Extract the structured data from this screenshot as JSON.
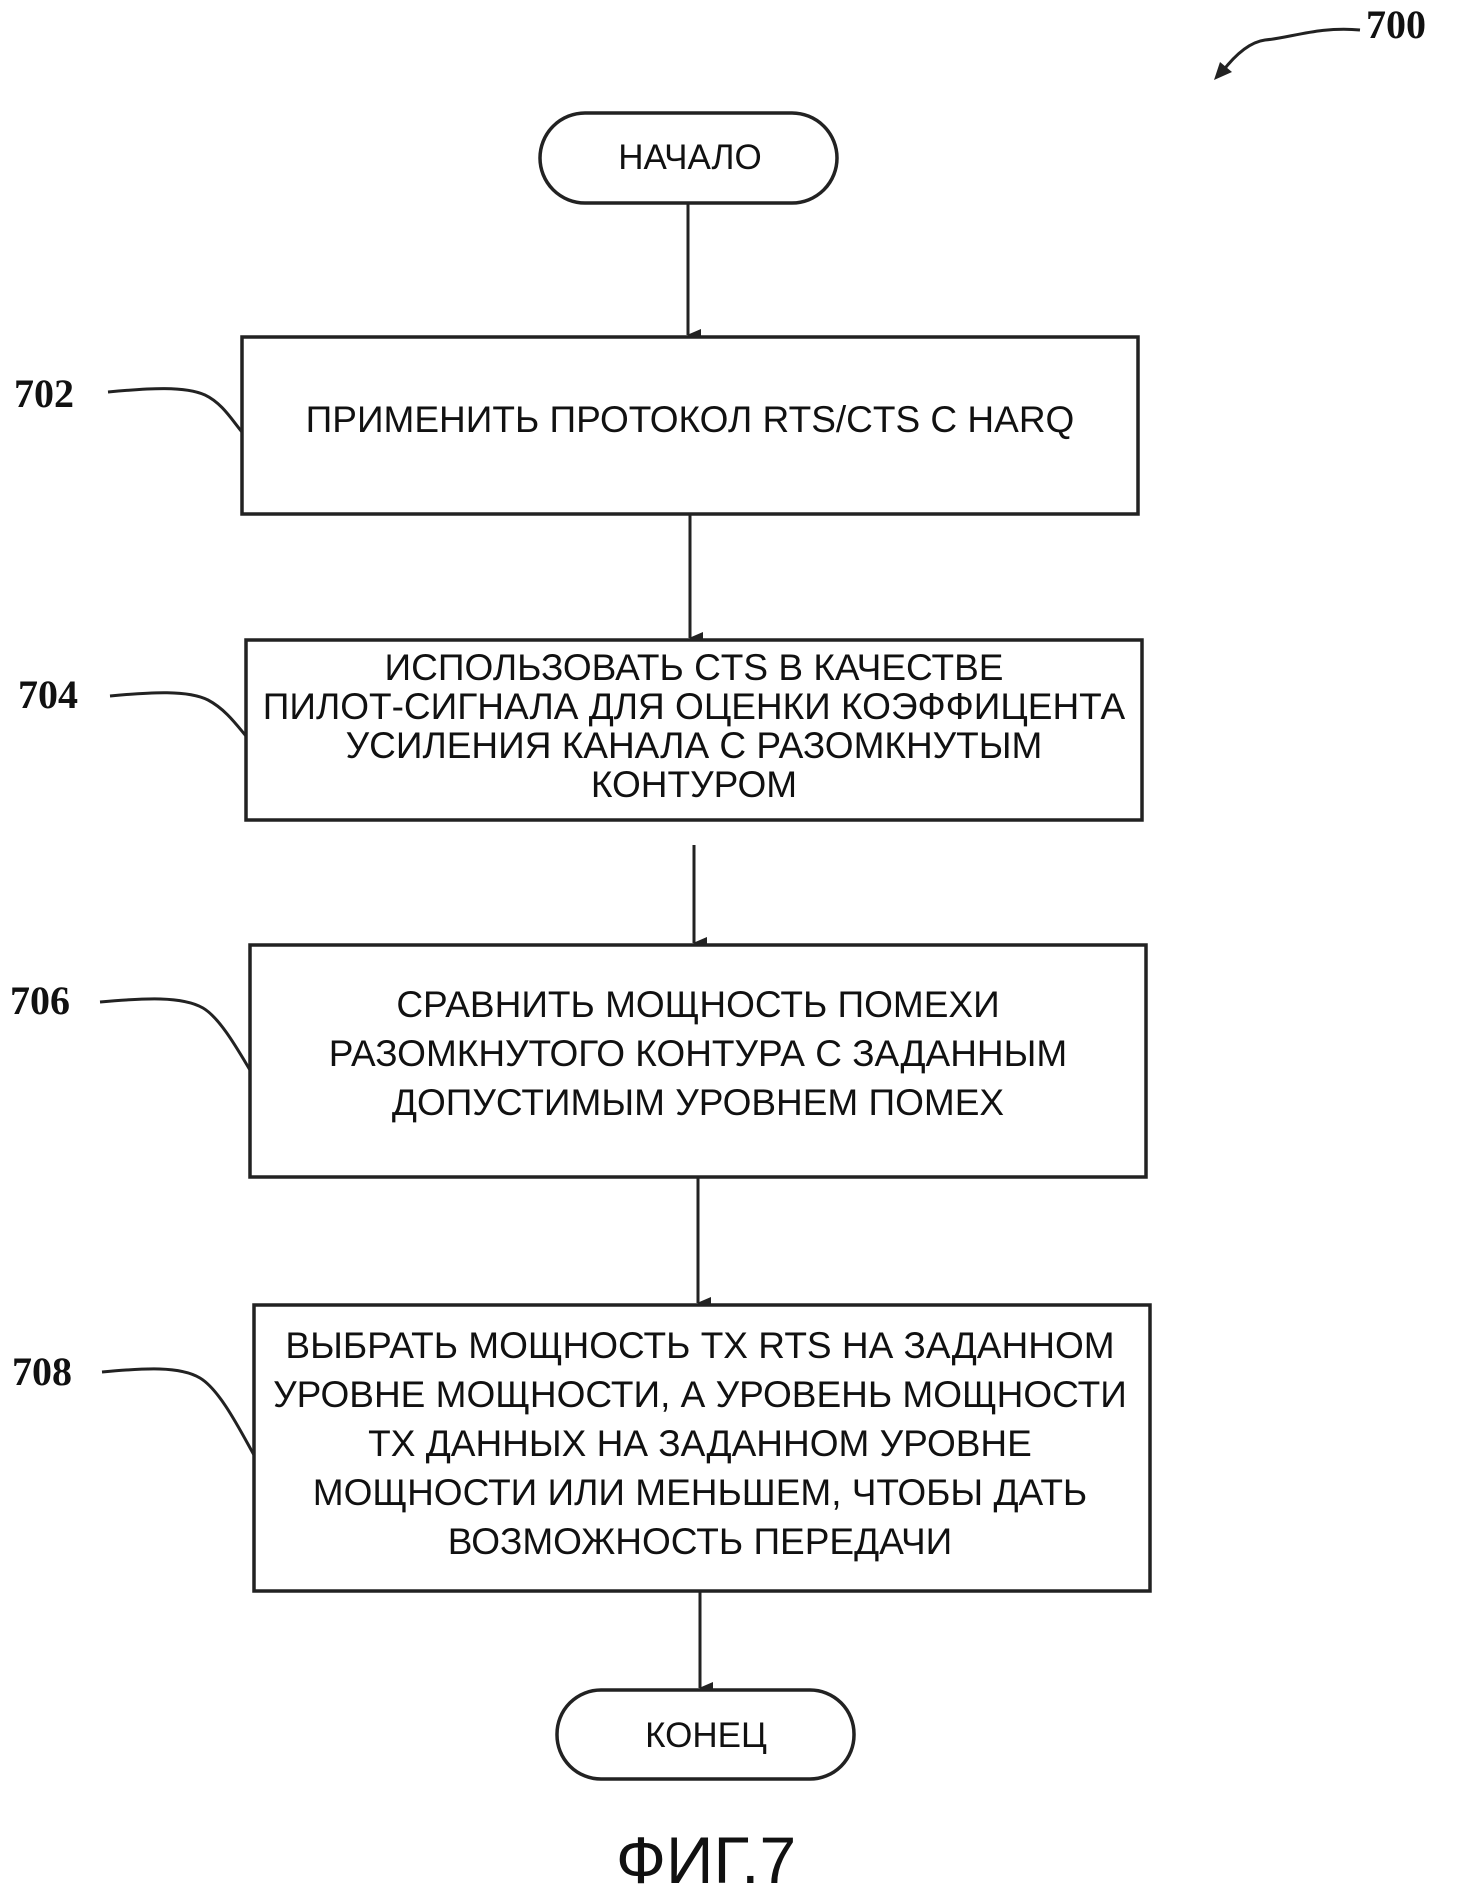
{
  "figure_number": "700",
  "caption": "ФИГ.7",
  "start": {
    "label": "НАЧАЛО"
  },
  "end": {
    "label": "КОНЕЦ"
  },
  "steps": [
    {
      "ref": "702",
      "lines": [
        "ПРИМЕНИТЬ ПРОТОКОЛ RTS/CTS C HARQ"
      ]
    },
    {
      "ref": "704",
      "lines": [
        "ИСПОЛЬЗОВАТЬ CTS В КАЧЕСТВЕ",
        "ПИЛОТ-СИГНАЛА ДЛЯ ОЦЕНКИ КОЭФФИЦЕНТА",
        "УСИЛЕНИЯ КАНАЛА С РАЗОМКНУТЫМ",
        "КОНТУРОМ"
      ]
    },
    {
      "ref": "706",
      "lines": [
        "СРАВНИТЬ МОЩНОСТЬ ПОМЕХИ",
        "РАЗОМКНУТОГО КОНТУРА С ЗАДАННЫМ",
        "ДОПУСТИМЫМ УРОВНЕМ ПОМЕХ"
      ]
    },
    {
      "ref": "708",
      "lines": [
        "ВЫБРАТЬ МОЩНОСТЬ TX RTS НА ЗАДАННОМ",
        "УРОВНЕ МОЩНОСТИ, А УРОВЕНЬ МОЩНОСТИ",
        "TX ДАННЫХ НА ЗАДАННОМ УРОВНЕ",
        "МОЩНОСТИ ИЛИ МЕНЬШЕМ, ЧТОБЫ ДАТЬ",
        "ВОЗМОЖНОСТЬ ПЕРЕДАЧИ"
      ]
    }
  ]
}
